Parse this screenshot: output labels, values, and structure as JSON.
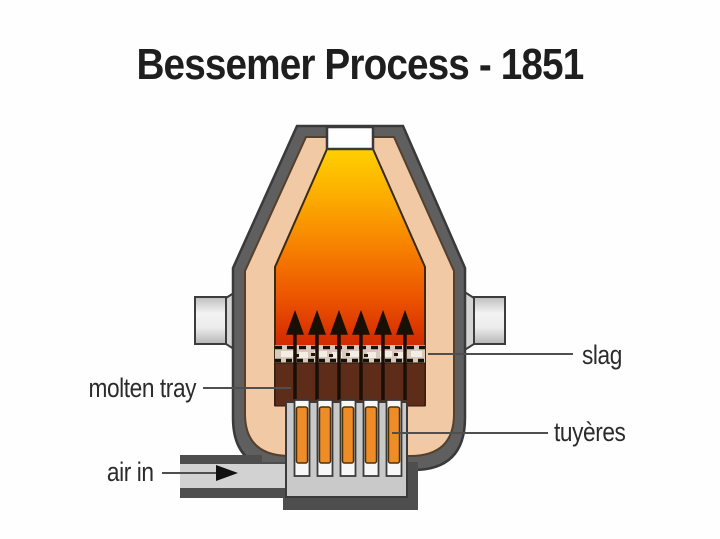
{
  "title": "Bessemer Process - 1851",
  "labels": {
    "slag": "slag",
    "molten_tray": "molten tray",
    "tuyeres": "tuyères",
    "air_in": "air in"
  },
  "diagram": {
    "tuyere_count": 5,
    "air_arrow_count": 6,
    "colors": {
      "shell_gray": "#5f5f5f",
      "outline_dark": "#3a3a3a",
      "lining_pink": "#f2c9a5",
      "flame_top_yellow": "#ffd000",
      "flame_bottom_red": "#ad1a00",
      "slag_band": "#d7cabc",
      "molten_brown": "#5d2d1a",
      "tuyere_orange": "#ee8d28",
      "base_light_gray": "#c9c9c9",
      "label_text": "#2b2b2b"
    }
  }
}
